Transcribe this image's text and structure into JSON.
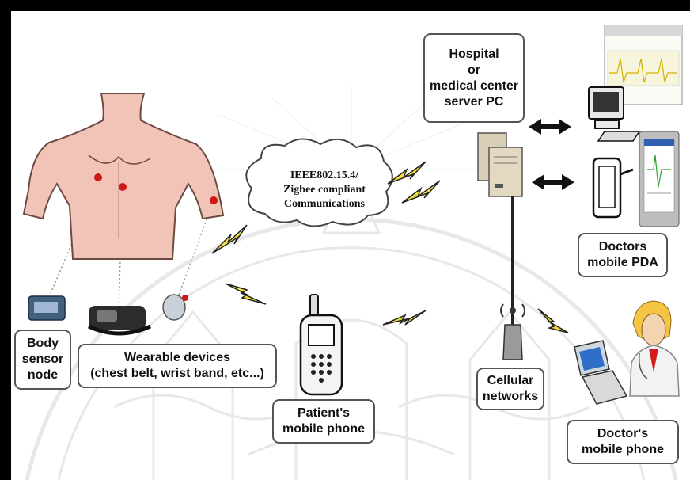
{
  "labels": {
    "hospital": [
      "Hospital",
      "or",
      "medical center",
      "server PC"
    ],
    "cloud": [
      "IEEE802.15.4/",
      "Zigbee compliant",
      "Communications"
    ],
    "body_sensor": [
      "Body",
      "sensor",
      "node"
    ],
    "wearable": [
      "Wearable devices",
      "(chest belt, wrist band, etc...)"
    ],
    "patient_phone": [
      "Patient's",
      "mobile phone"
    ],
    "cellular": [
      "Cellular",
      "networks"
    ],
    "doctors_pda": [
      "Doctors",
      "mobile PDA"
    ],
    "doctor_phone": [
      "Doctor's",
      "mobile phone"
    ]
  },
  "colors": {
    "border": "#000000",
    "label_border": "#555555",
    "skin": "#f2c4b8",
    "sensor_dot": "#d01818",
    "lightning": "#f2df3a",
    "watermark": "#e9e9e9"
  },
  "icons": {
    "torso": "torso-icon",
    "sensor": "sensor-node-icon",
    "wearable": "wearable-device-icon",
    "cloud": "cloud-icon",
    "server": "server-icon",
    "monitor": "ecg-monitor-icon",
    "computer": "desktop-computer-icon",
    "pda": "pda-icon",
    "patient_phone": "mobile-phone-icon",
    "antenna": "antenna-icon",
    "doctor": "doctor-icon",
    "doctor_phone": "flip-phone-icon",
    "link": "lightning-icon",
    "arrow": "double-arrow-icon"
  }
}
